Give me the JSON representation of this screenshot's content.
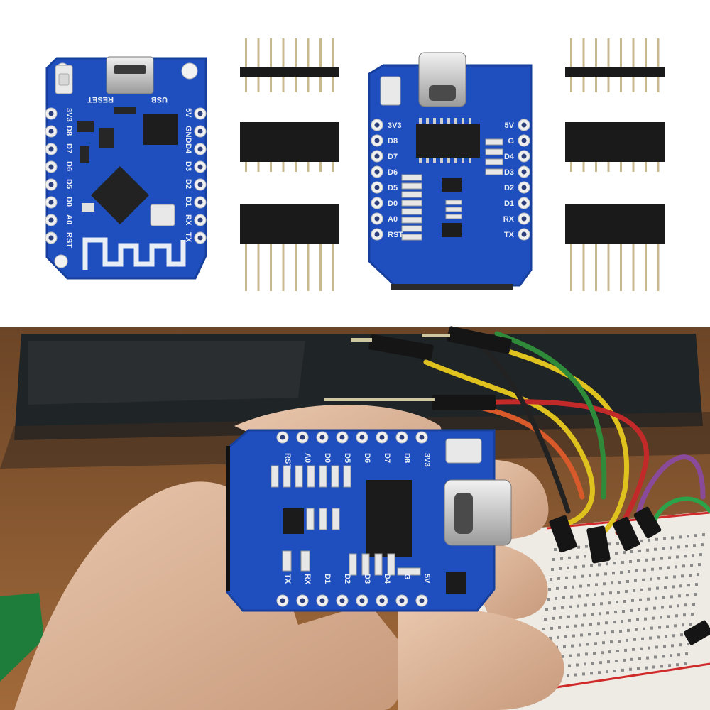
{
  "board_front": {
    "labels_left": [
      "3V3",
      "D8",
      "D7",
      "D6",
      "D5",
      "D0",
      "A0",
      "RST"
    ],
    "labels_right": [
      "5V",
      "GND",
      "D4",
      "D3",
      "D2",
      "D1",
      "RX",
      "TX"
    ],
    "reset_label": "RESET",
    "usb_label": "USB",
    "icon": "wifi-antenna-icon"
  },
  "board_back": {
    "labels_left": [
      "3V3",
      "D8",
      "D7",
      "D6",
      "D5",
      "D0",
      "A0",
      "RST"
    ],
    "labels_right": [
      "5V",
      "G",
      "D4",
      "D3",
      "D2",
      "D1",
      "RX",
      "TX"
    ],
    "icon": "usb-c-port-icon"
  },
  "photo": {
    "labels_top": [
      "RST",
      "A0",
      "D0",
      "D5",
      "D6",
      "D7",
      "D8",
      "3V3"
    ],
    "labels_bottom": [
      "TX",
      "RX",
      "D1",
      "D2",
      "D3",
      "D4",
      "G",
      "5V"
    ]
  },
  "colors": {
    "pcb_blue": "#1f4fbf",
    "pcb_dark": "#173f9e",
    "header_black": "#1a1a1a",
    "pin_gold": "#c9b98f",
    "background": "#ffffff",
    "table_wood": "#8a5a2e"
  }
}
